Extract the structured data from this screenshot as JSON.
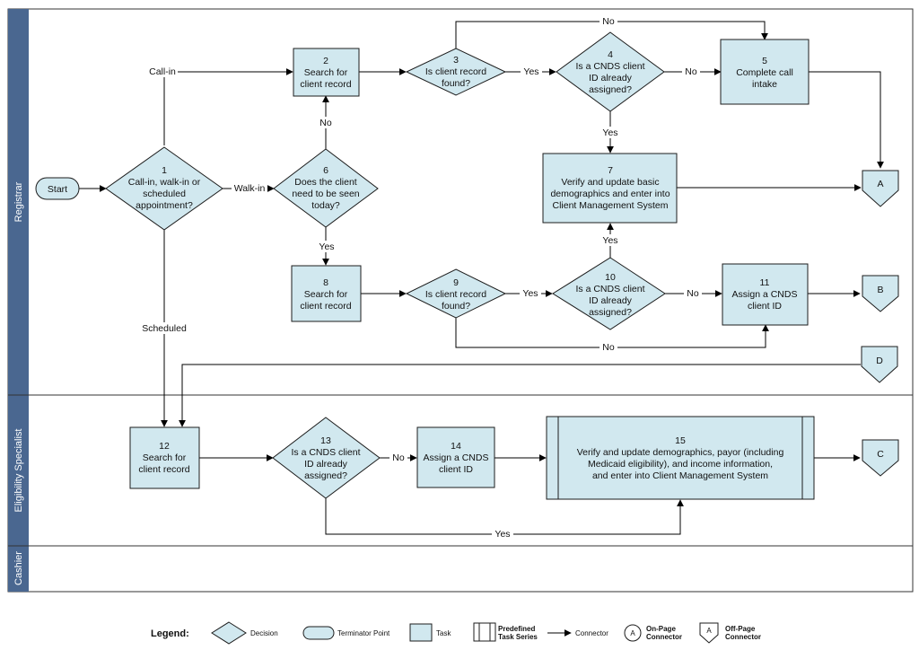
{
  "lanes": [
    {
      "id": "registrar",
      "label": "Registrar"
    },
    {
      "id": "eligibility",
      "label": "Eligibility Specialist"
    },
    {
      "id": "cashier",
      "label": "Cashier"
    }
  ],
  "nodes": {
    "start": {
      "label": "Start"
    },
    "n1": {
      "number": "1",
      "lines": [
        "Call-in, walk-in or",
        "scheduled",
        "appointment?"
      ]
    },
    "n2": {
      "number": "2",
      "lines": [
        "Search for",
        "client record"
      ]
    },
    "n3": {
      "number": "3",
      "lines": [
        "Is client record",
        "found?"
      ]
    },
    "n4": {
      "number": "4",
      "lines": [
        "Is a CNDS client",
        "ID already",
        "assigned?"
      ]
    },
    "n5": {
      "number": "5",
      "lines": [
        "Complete call",
        "intake"
      ]
    },
    "n6": {
      "number": "6",
      "lines": [
        "Does the client",
        "need to be seen",
        "today?"
      ]
    },
    "n7": {
      "number": "7",
      "lines": [
        "Verify and update basic",
        "demographics and enter into",
        "Client Management System"
      ]
    },
    "n8": {
      "number": "8",
      "lines": [
        "Search for",
        "client record"
      ]
    },
    "n9": {
      "number": "9",
      "lines": [
        "Is client record",
        "found?"
      ]
    },
    "n10": {
      "number": "10",
      "lines": [
        "Is a CNDS client",
        "ID already",
        "assigned?"
      ]
    },
    "n11": {
      "number": "11",
      "lines": [
        "Assign a CNDS",
        "client ID"
      ]
    },
    "n12": {
      "number": "12",
      "lines": [
        "Search for",
        "client record"
      ]
    },
    "n13": {
      "number": "13",
      "lines": [
        "Is a CNDS client",
        "ID already",
        "assigned?"
      ]
    },
    "n14": {
      "number": "14",
      "lines": [
        "Assign a CNDS",
        "client ID"
      ]
    },
    "n15": {
      "number": "15",
      "lines": [
        "Verify and update demographics, payor (including",
        "Medicaid eligibility), and income information,",
        "and enter into Client Management System"
      ]
    },
    "offA": {
      "label": "A"
    },
    "offB": {
      "label": "B"
    },
    "offC": {
      "label": "C"
    },
    "offD": {
      "label": "D"
    }
  },
  "edge_labels": {
    "call_in": "Call-in",
    "walk_in": "Walk-in",
    "scheduled": "Scheduled",
    "no": "No",
    "yes": "Yes"
  },
  "legend": {
    "title": "Legend:",
    "decision": "Decision",
    "terminator": "Terminator Point",
    "task": "Task",
    "predefined_1": "Predefined",
    "predefined_2": "Task Series",
    "connector": "Connector",
    "onpage_1": "On-Page",
    "onpage_2": "Connector",
    "onpage_symbol": "A",
    "offpage_1": "Off-Page",
    "offpage_2": "Connector",
    "offpage_symbol": "A"
  },
  "colors": {
    "fill": "#d1e8ef",
    "stroke": "#1c1c1c",
    "lane_header": "#4a6790",
    "line": "#000000"
  }
}
